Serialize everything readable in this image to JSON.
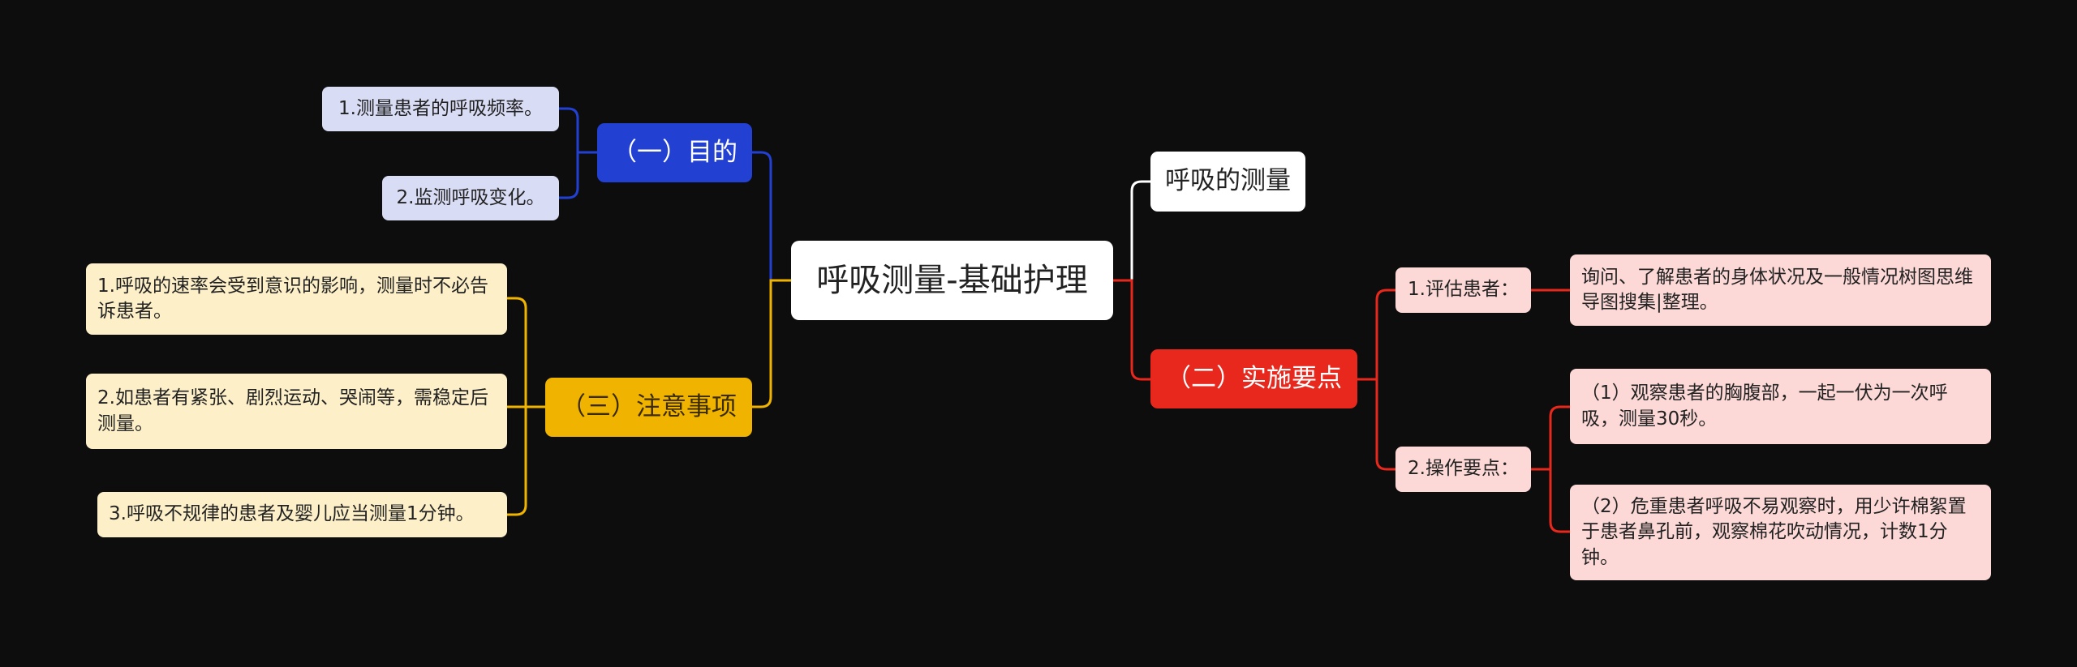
{
  "center": {
    "label": "呼吸测量-基础护理"
  },
  "purpose": {
    "label": "（一）目的",
    "items": [
      "1.测量患者的呼吸频率。",
      "2.监测呼吸变化。"
    ]
  },
  "notes": {
    "label": "（三）注意事项",
    "items": [
      "1.呼吸的速率会受到意识的影响，测量时不必告诉患者。",
      "2.如患者有紧张、剧烈运动、哭闹等，需稳定后测量。",
      "3.呼吸不规律的患者及婴儿应当测量1分钟。"
    ]
  },
  "title_node": {
    "label": "呼吸的测量"
  },
  "implementation": {
    "label": "（二）实施要点",
    "assess": {
      "label": "1.评估患者：",
      "detail": "询问、了解患者的身体状况及一般情况树图思维导图搜集|整理。"
    },
    "ops": {
      "label": "2.操作要点：",
      "items": [
        "（1）观察患者的胸腹部，一起一伏为一次呼吸，测量30秒。",
        "（2）危重患者呼吸不易观察时，用少许棉絮置于患者鼻孔前，观察棉花吹动情况，计数1分钟。"
      ]
    }
  },
  "colors": {
    "blue": "#2240d2",
    "yellow": "#f0b400",
    "red": "#e8281d",
    "white": "#ffffff",
    "background": "#0d0d0d"
  }
}
